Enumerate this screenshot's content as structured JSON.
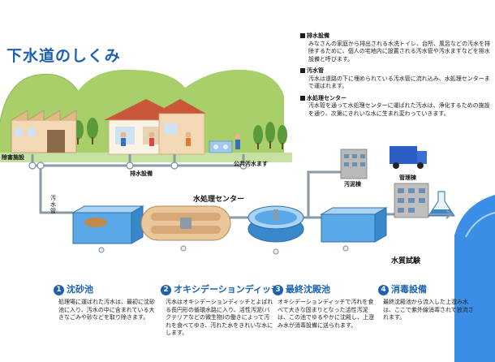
{
  "title": "下水道のしくみ",
  "definitions": [
    {
      "term": "排水設備",
      "text": "みなさんの家庭から排出される水洗トイレ、台所、風呂などの汚水を排除するために、個人の宅地内に設置される汚水管や汚水ますなどを排水設備と呼びます。"
    },
    {
      "term": "汚水管",
      "text": "汚水は道路の下に埋められている汚水管に流れ込み、水処理センターまで運ばれます。"
    },
    {
      "term": "水処理センター",
      "text": "汚水管を通って水処理センターに運ばれた汚水は、浄化するための施設を通り、次第にきれいな水に生まれ変わっていきます。"
    }
  ],
  "labels": {
    "facility": "除害施設",
    "drainage": "排水設備",
    "public_basin": "公共汚水ます",
    "sewer_pipe": "汚水管",
    "center": "水処理センター",
    "sludge": "汚泥棟",
    "management": "管理棟",
    "quality": "水質試験"
  },
  "steps": [
    {
      "num": "1",
      "title": "沈砂池",
      "text": "処理場に運ばれた汚水は、最初に沈砂池に入り、汚水の中に含まれている大きなごみや砂などを取り除きます。"
    },
    {
      "num": "2",
      "title": "オキシデーションディッチ",
      "text": "汚水はオキシデーションディッチとよばれる長円形の循環水路に入り、活性汚泥(バクテリアなどの微生物)の働きによって汚れを食べてゆき、汚れた水をきれいな水にします。"
    },
    {
      "num": "3",
      "title": "最終沈殿池",
      "text": "オキシデーションディッチで汚れを食べて大きな固まりとなった活性汚泥は、この池でゆるやかに沈殿し、上澄み水が消毒設備に送られます。"
    },
    {
      "num": "4",
      "title": "消毒設備",
      "text": "最終沈殿池から流入した上澄み水は、ここで紫外線消毒されて放流されます。"
    }
  ],
  "colors": {
    "title": "#1c62b0",
    "hills": "#a9cf6b",
    "pipe": "#8a9aa6",
    "water": "#3a8ee6",
    "tank": "#5aa8e8"
  },
  "icons": {
    "step_number": "numbered-circle",
    "definition_bullet": "black-square"
  }
}
